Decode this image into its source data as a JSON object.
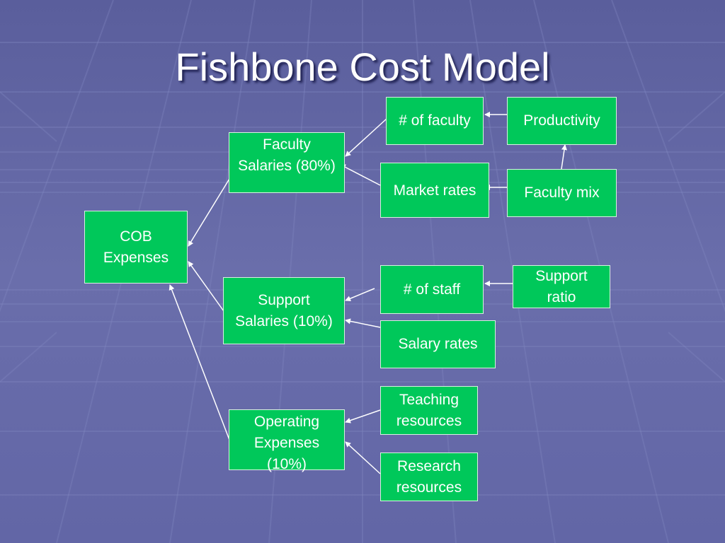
{
  "title": "Fishbone Cost Model",
  "colors": {
    "box_fill": "#00c85a",
    "box_border": "#d8f0e0",
    "line": "#ffffff",
    "background": "#6266a6"
  },
  "nodes": {
    "cob_expenses": "COB\nExpenses",
    "faculty_salaries": "Faculty\nSalaries (80%)",
    "support_salaries": "Support\nSalaries (10%)",
    "operating_expenses": "Operating\nExpenses\n(10%)",
    "num_faculty": "# of faculty",
    "productivity": "Productivity",
    "market_rates": "Market rates",
    "faculty_mix": "Faculty mix",
    "num_staff": "# of staff",
    "support_ratio": "Support\nratio",
    "salary_rates": "Salary rates",
    "teaching_resources": "Teaching\nresources",
    "research_resources": "Research\nresources"
  },
  "edges": [
    {
      "from": "faculty_salaries",
      "to": "cob_expenses"
    },
    {
      "from": "support_salaries",
      "to": "cob_expenses"
    },
    {
      "from": "operating_expenses",
      "to": "cob_expenses"
    },
    {
      "from": "num_faculty",
      "to": "faculty_salaries"
    },
    {
      "from": "market_rates",
      "to": "faculty_salaries"
    },
    {
      "from": "productivity",
      "to": "num_faculty"
    },
    {
      "from": "faculty_mix",
      "to": "productivity"
    },
    {
      "from": "faculty_mix",
      "to": "market_rates"
    },
    {
      "from": "num_staff",
      "to": "support_salaries"
    },
    {
      "from": "salary_rates",
      "to": "support_salaries"
    },
    {
      "from": "support_ratio",
      "to": "num_staff"
    },
    {
      "from": "teaching_resources",
      "to": "operating_expenses"
    },
    {
      "from": "research_resources",
      "to": "operating_expenses"
    }
  ]
}
